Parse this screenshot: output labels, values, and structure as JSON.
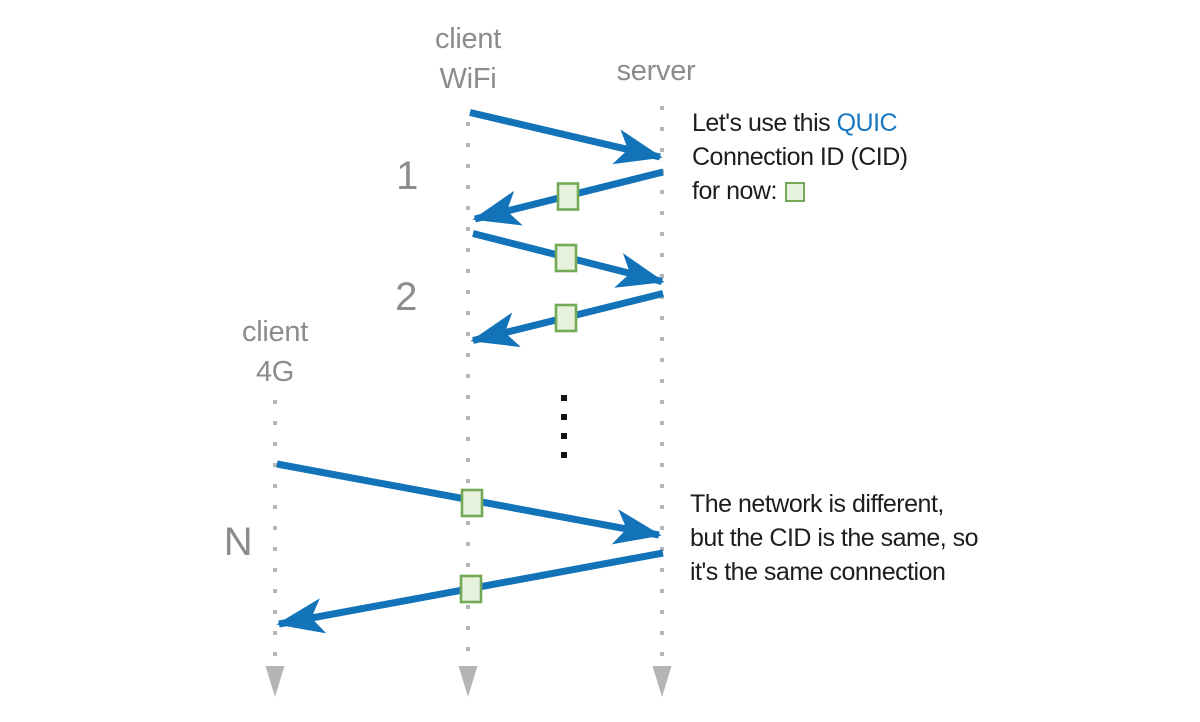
{
  "diagram": {
    "title_semantic": "QUIC connection migration via Connection ID",
    "lanes": {
      "client_wifi": {
        "label_top": "client",
        "label_bottom": "WiFi"
      },
      "server": {
        "label": "server"
      },
      "client_4g": {
        "label_top": "client",
        "label_bottom": "4G"
      }
    },
    "steps": {
      "first": "1",
      "second": "2",
      "nth": "N"
    },
    "annotations": {
      "cid_intro": {
        "line1_prefix": "Let's use this ",
        "line1_highlight": "QUIC",
        "line2": "Connection ID (CID)",
        "line3": "for now:"
      },
      "migration": {
        "line1": "The network is different,",
        "line2": "but the CID is the same, so",
        "line3": "it's the same connection"
      }
    },
    "messages": [
      {
        "step": "1",
        "from": "client WiFi",
        "to": "server",
        "cid_marker": false
      },
      {
        "step": "1",
        "from": "server",
        "to": "client WiFi",
        "cid_marker": true
      },
      {
        "step": "2",
        "from": "client WiFi",
        "to": "server",
        "cid_marker": true
      },
      {
        "step": "2",
        "from": "server",
        "to": "client WiFi",
        "cid_marker": true
      },
      {
        "step": "N",
        "from": "client 4G",
        "to": "server",
        "cid_marker": true
      },
      {
        "step": "N",
        "from": "server",
        "to": "client 4G",
        "cid_marker": true
      }
    ],
    "colors": {
      "arrow_blue": "#1273b9",
      "quic_blue": "#1777c0",
      "cid_fill": "#e6f1de",
      "cid_border": "#74a955",
      "lifeline_gray": "#b5b5b5",
      "label_gray": "#8c8c8c",
      "text_black": "#1d1d1d"
    }
  }
}
